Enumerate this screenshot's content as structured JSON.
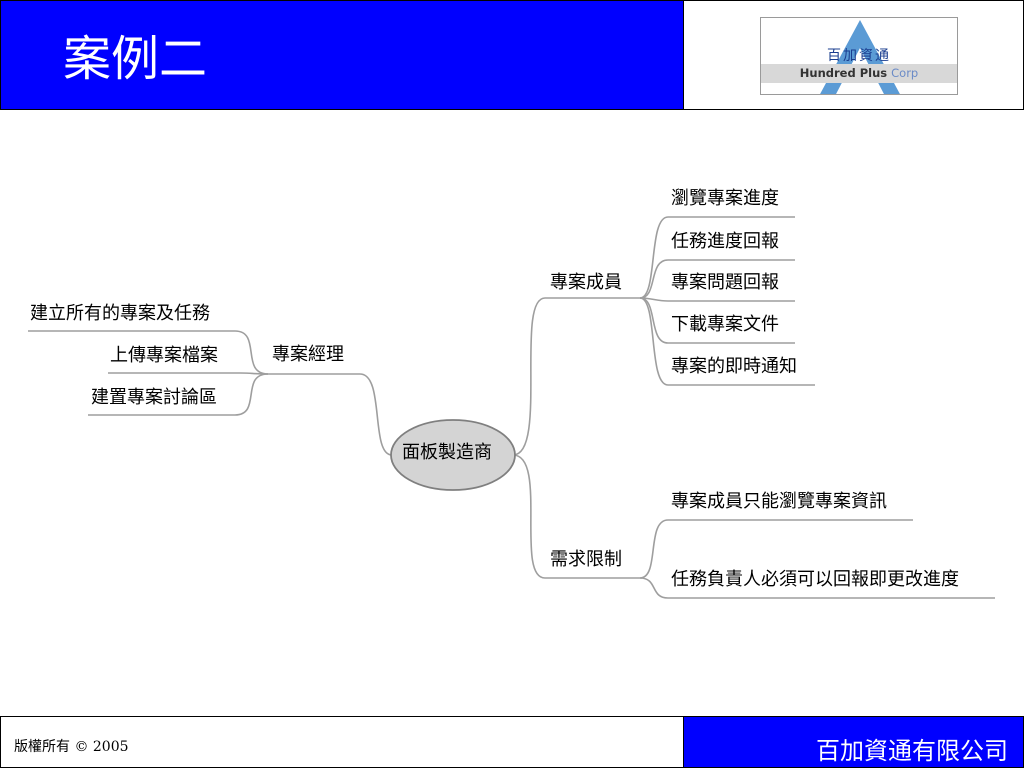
{
  "slide": {
    "title": "案例二"
  },
  "logo": {
    "cn_name": "百加資通",
    "en_name_main": "Hundred Plus",
    "en_name_accent": "Corp"
  },
  "mindmap": {
    "center": "面板製造商",
    "branches": [
      {
        "label": "專案經理",
        "leaves": [
          "建立所有的專案及任務",
          "上傳專案檔案",
          "建置專案討論區"
        ]
      },
      {
        "label": "專案成員",
        "leaves": [
          "瀏覽專案進度",
          "任務進度回報",
          "專案問題回報",
          "下載專案文件",
          "專案的即時通知"
        ]
      },
      {
        "label": "需求限制",
        "leaves": [
          "專案成員只能瀏覽專案資訊",
          "任務負責人必須可以回報即更改進度"
        ]
      }
    ],
    "colors": {
      "line": "#9e9e9e",
      "center_fill": "#d4d4d4",
      "center_stroke": "#7f7f7f"
    }
  },
  "footer": {
    "copyright": "版權所有 © 2005",
    "company": "百加資通有限公司"
  },
  "colors": {
    "brand_blue": "#0000ff",
    "logo_blue": "#1a3d8f"
  }
}
